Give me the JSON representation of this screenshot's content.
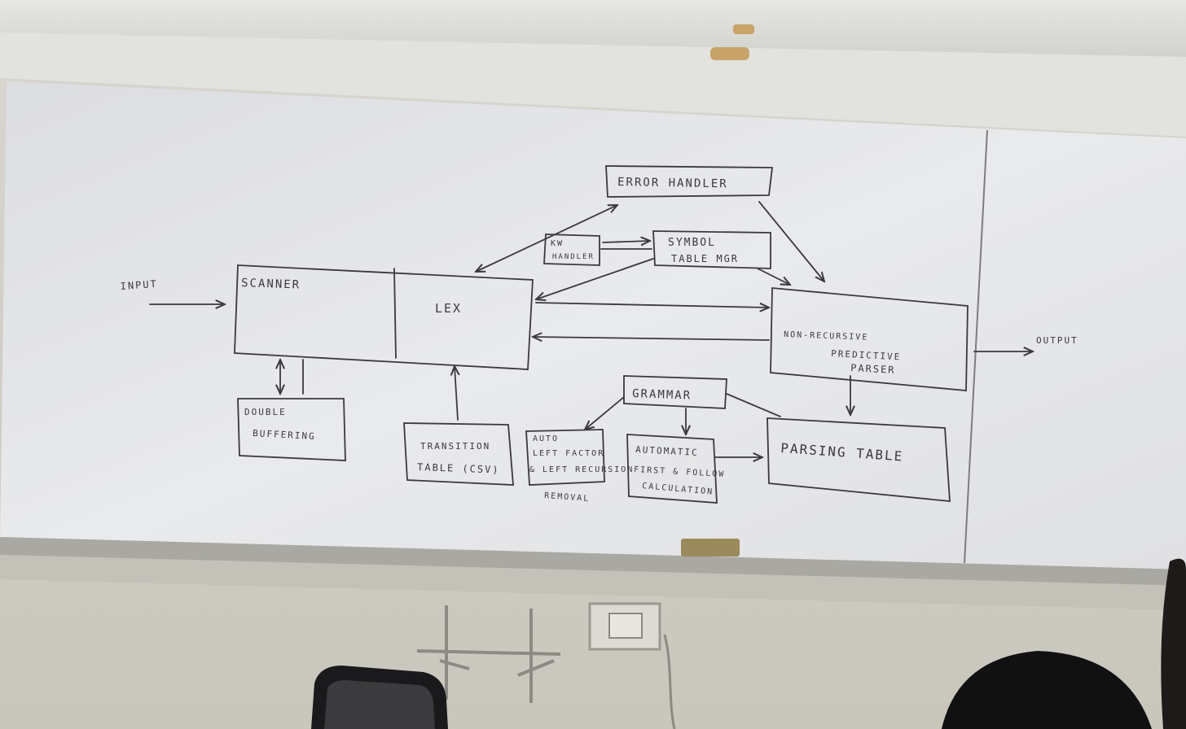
{
  "diagram": {
    "error_handler": "ERROR HANDLER",
    "kw_handler_line1": "KW",
    "kw_handler_line2": "HANDLER",
    "symbol_table_line1": "SYMBOL",
    "symbol_table_line2": "TABLE MGR",
    "input": "INPUT",
    "scanner": "SCANNER",
    "lex": "LEX",
    "parser_line1": "NON-RECURSIVE",
    "parser_line2": "PREDICTIVE",
    "parser_line3": "PARSER",
    "output": "OUTPUT",
    "double_buffering_line1": "DOUBLE",
    "double_buffering_line2": "BUFFERING",
    "transition_table_line1": "TRANSITION",
    "transition_table_line2": "TABLE (CSV)",
    "grammar": "GRAMMAR",
    "auto_left_line1": "AUTO",
    "auto_left_line2": "LEFT FACTOR",
    "auto_left_line3": "& LEFT RECURSION",
    "auto_left_line4": "REMOVAL",
    "auto_first_line1": "AUTOMATIC",
    "auto_first_line2": "FIRST & FOLLOW",
    "auto_first_line3": "CALCULATION",
    "parsing_table": "PARSING TABLE"
  },
  "colors": {
    "board": "#e8e9ea",
    "frame": "#c9c9c4",
    "wall": "#d6d4cc",
    "marker": "#3a3a3e"
  }
}
